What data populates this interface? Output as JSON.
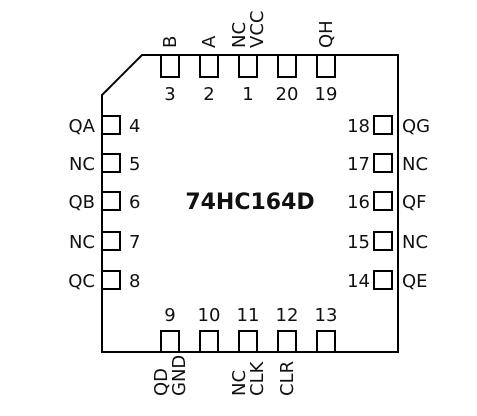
{
  "chip": {
    "name": "74HC164D",
    "stroke_color": "#000000",
    "background": "#ffffff"
  },
  "pins": {
    "top": [
      {
        "number": "3",
        "signals": [
          "B"
        ]
      },
      {
        "number": "2",
        "signals": [
          "A"
        ]
      },
      {
        "number": "1",
        "signals": [
          "NC",
          "VCC"
        ]
      },
      {
        "number": "20",
        "signals": []
      },
      {
        "number": "19",
        "signals": [
          "QH"
        ]
      }
    ],
    "left": [
      {
        "number": "4",
        "signal": "QA"
      },
      {
        "number": "5",
        "signal": "NC"
      },
      {
        "number": "6",
        "signal": "QB"
      },
      {
        "number": "7",
        "signal": "NC"
      },
      {
        "number": "8",
        "signal": "QC"
      }
    ],
    "right": [
      {
        "number": "18",
        "signal": "QG"
      },
      {
        "number": "17",
        "signal": "NC"
      },
      {
        "number": "16",
        "signal": "QF"
      },
      {
        "number": "15",
        "signal": "NC"
      },
      {
        "number": "14",
        "signal": "QE"
      }
    ],
    "bottom": [
      {
        "number": "9",
        "signals": [
          "QD",
          "GND"
        ]
      },
      {
        "number": "10",
        "signals": []
      },
      {
        "number": "11",
        "signals": [
          "NC",
          "CLK"
        ]
      },
      {
        "number": "12",
        "signals": [
          "CLR"
        ]
      },
      {
        "number": "13",
        "signals": []
      }
    ]
  }
}
